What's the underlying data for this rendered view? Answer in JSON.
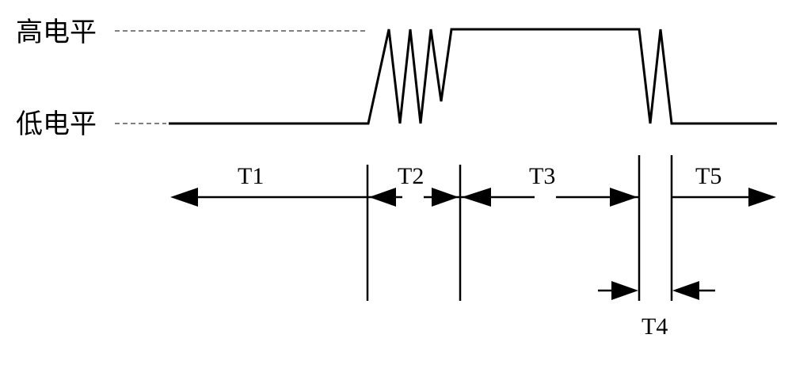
{
  "levels": {
    "high": "高电平",
    "low": "低电平"
  },
  "intervals": {
    "t1": "T1",
    "t2": "T2",
    "t3": "T3",
    "t4": "T4",
    "t5": "T5"
  }
}
